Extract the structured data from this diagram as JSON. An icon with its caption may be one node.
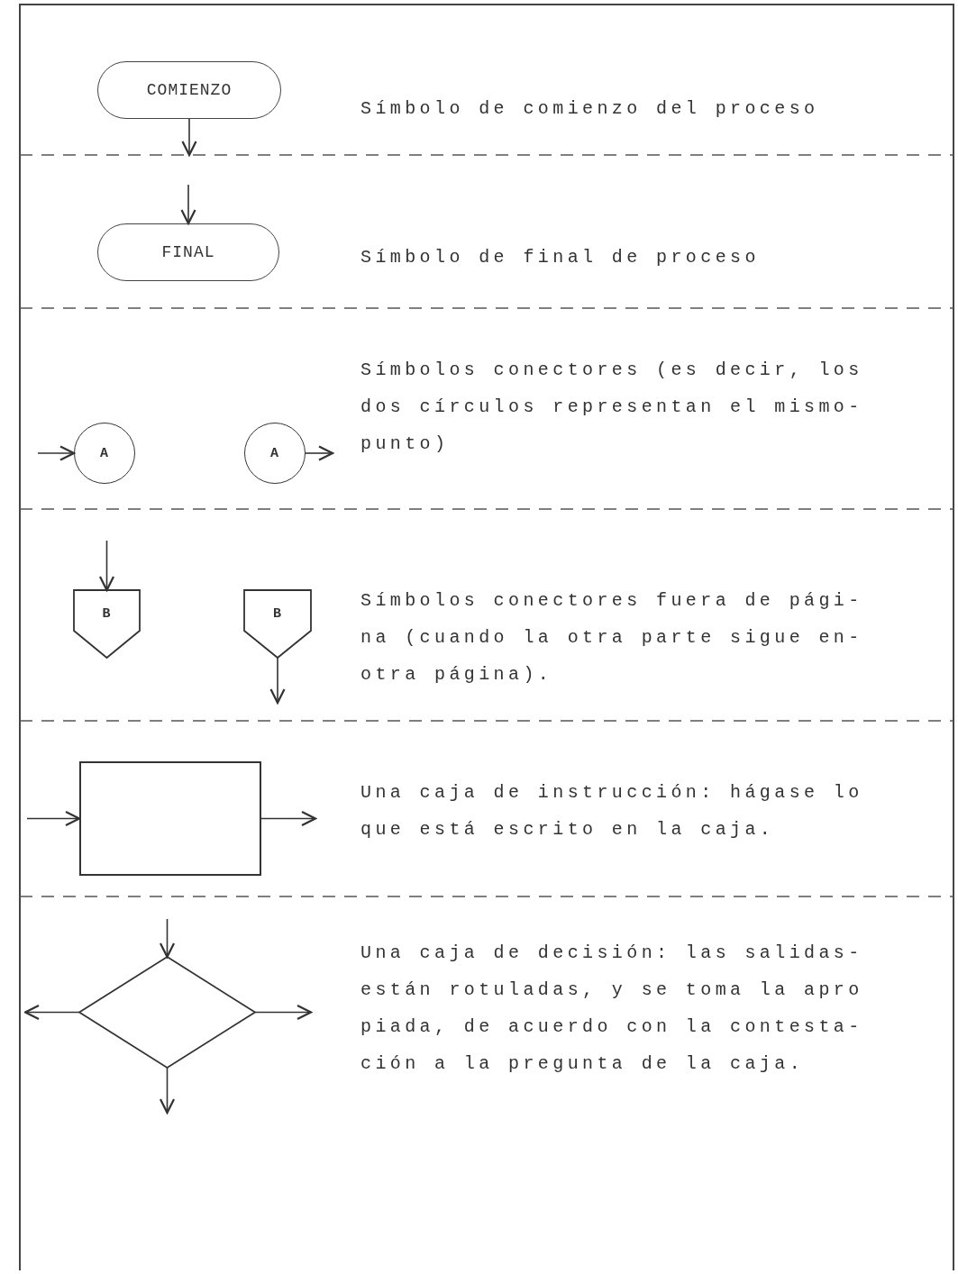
{
  "diagram": {
    "nodes": [
      {
        "text": [
          "COMIENZO"
        ]
      },
      {
        "text": [
          "FINAL"
        ]
      },
      {
        "text": [
          "A"
        ]
      },
      {
        "text": [
          "A"
        ]
      },
      {
        "text": [
          "B"
        ]
      },
      {
        "text": [
          "B"
        ]
      },
      {
        "text": [],
        "shape": "box"
      },
      {
        "text": [],
        "shape": "diamond"
      }
    ],
    "edges": [
      {
        "from": 0,
        "to": null,
        "arrow": "to"
      },
      {
        "from": null,
        "to": 1,
        "arrow": "to"
      },
      {
        "from": null,
        "to": 2,
        "arrow": "to"
      },
      {
        "from": 3,
        "to": null,
        "arrow": "to"
      },
      {
        "from": null,
        "to": 4,
        "arrow": "to"
      },
      {
        "from": 5,
        "to": null,
        "arrow": "to"
      },
      {
        "from": null,
        "to": 6,
        "arrow": "to"
      },
      {
        "from": 6,
        "to": null,
        "arrow": "to"
      },
      {
        "from": null,
        "to": 7,
        "arrow": "to"
      },
      {
        "from": 7,
        "to": null,
        "arrow": "to"
      },
      {
        "from": 7,
        "to": null,
        "arrow": "to"
      },
      {
        "from": 7,
        "to": null,
        "arrow": "to"
      }
    ],
    "labels": [
      "Símbolo de comienzo del proceso",
      "Símbolo de final de proceso",
      "Símbolos conectores (es decir, los dos círculos representan el mismo- punto)",
      "Símbolos conectores fuera de pági- na (cuando la otra parte sigue en- otra página).",
      "Una caja de instrucción: hágase lo que está escrito en la caja.",
      "Una caja de decisión: las salidas- están rotuladas, y se toma la apro piada, de acuerdo con la contesta- ción a la pregunta de la caja."
    ]
  }
}
